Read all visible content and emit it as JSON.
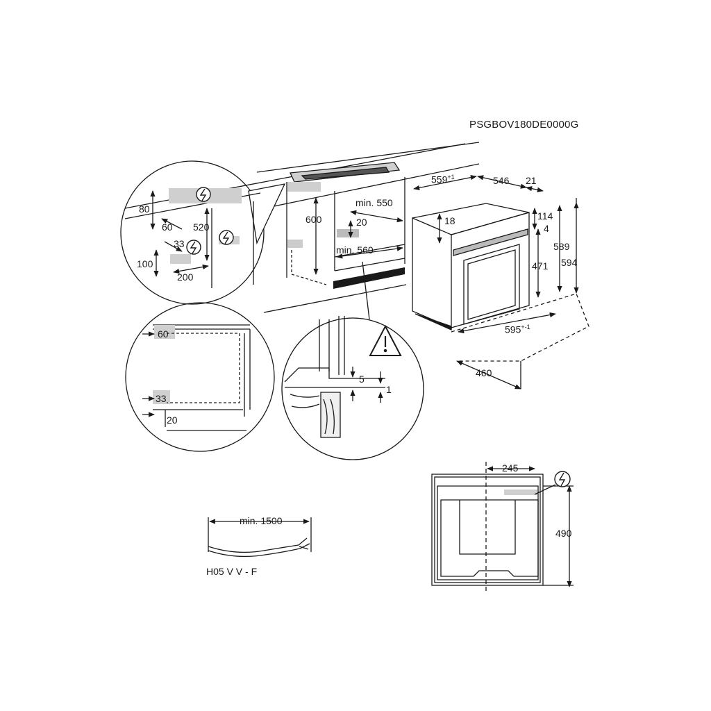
{
  "product_code": "PSGBOV180DE0000G",
  "dims": {
    "d80": "80",
    "d60a": "60",
    "d520": "520",
    "d33a": "33",
    "d100": "100",
    "d200": "200",
    "d600": "600",
    "min550": "min. 550",
    "d20a": "20",
    "min560": "min. 560",
    "d559": "559",
    "d559_tol": "+1",
    "d546": "546",
    "d21": "21",
    "d18": "18",
    "d114": "114",
    "d4": "4",
    "d589": "589",
    "d594": "594",
    "d471": "471",
    "d595": "595",
    "d595_tol": "+-1",
    "d460": "460",
    "d60b": "60",
    "d33b": "33",
    "d20b": "20",
    "d5": "5",
    "d1": "1",
    "d245": "245",
    "d490": "490",
    "min1500": "min. 1500",
    "cable": "H05 V V - F"
  },
  "icons": [
    "power-plug-icon",
    "warning-triangle-icon"
  ]
}
